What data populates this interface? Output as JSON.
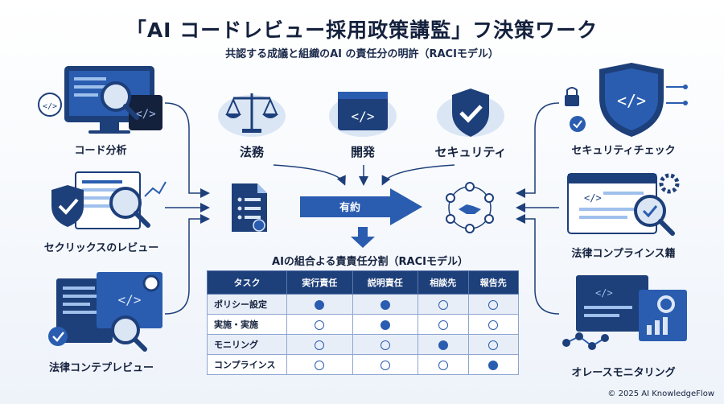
{
  "header": {
    "title": "「AI コードレビュー採用政策講監」フ決策ワーク",
    "subtitle": "共認する成議と組織のAI の責任分の明許（RACIモデル）"
  },
  "left": [
    {
      "label": "コード分析",
      "icon": "code-analysis-icon"
    },
    {
      "label": "セクリックスのレビュー",
      "icon": "security-review-icon"
    },
    {
      "label": "法律コンテプレビュー",
      "icon": "legal-review-icon"
    }
  ],
  "right": [
    {
      "label": "セキュリティチェック",
      "icon": "shield-code-icon"
    },
    {
      "label": "法律コンプラインス籍",
      "icon": "compliance-check-icon"
    },
    {
      "label": "オレースモニタリング",
      "icon": "monitoring-icon"
    }
  ],
  "center": {
    "top": [
      {
        "label": "法務",
        "icon": "scales-icon"
      },
      {
        "label": "開発",
        "icon": "code-window-icon"
      },
      {
        "label": "セキュリティ",
        "icon": "shield-check-icon"
      }
    ],
    "arrow_label": "有約"
  },
  "table": {
    "title": "AIの組合よる責責任分割（RACIモデル）",
    "headers": [
      "タスク",
      "実行責任",
      "説明責任",
      "相談先",
      "報告先"
    ],
    "rows": [
      {
        "task": "ポリシー設定",
        "cells": [
          true,
          true,
          false,
          false
        ]
      },
      {
        "task": "実施・実施",
        "cells": [
          false,
          true,
          false,
          false
        ]
      },
      {
        "task": "モニリング",
        "cells": [
          false,
          false,
          true,
          false
        ]
      },
      {
        "task": "コンプラインス",
        "cells": [
          false,
          false,
          false,
          true
        ]
      }
    ]
  },
  "footer": "© 2025 AI KnowledgeFlow",
  "colors": {
    "primary": "#1d3f7a",
    "accent": "#2a5db0",
    "light": "#dbe6f5"
  }
}
